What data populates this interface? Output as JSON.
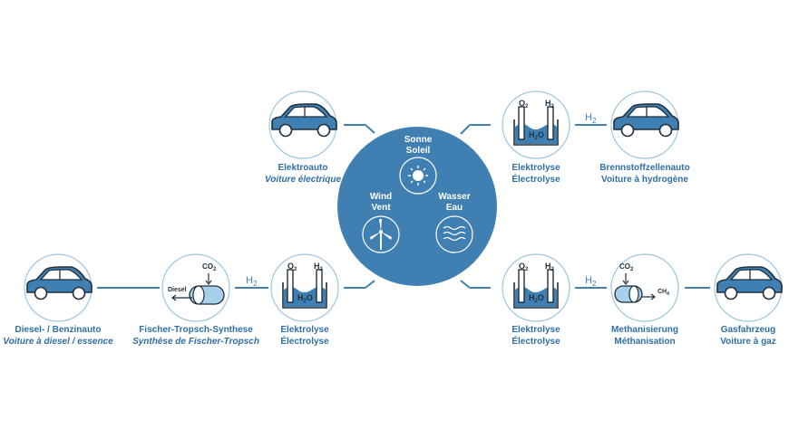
{
  "colors": {
    "accent": "#3f7fb1",
    "dark": "#1f2f3d",
    "circle_border": "#9cc6df",
    "label": "#2f6fa6",
    "water": "#3f7fb1"
  },
  "hub": {
    "sun": {
      "de": "Sonne",
      "fr": "Soleil",
      "icon": "sun-icon"
    },
    "wind": {
      "de": "Wind",
      "fr": "Vent",
      "icon": "wind-turbine-icon"
    },
    "water": {
      "de": "Wasser",
      "fr": "Eau",
      "icon": "waves-icon"
    }
  },
  "chemistry": {
    "o": "O",
    "h": "H",
    "c": "CO",
    "two": "2",
    "four": "4",
    "h2o_h": "H",
    "h2o_o": "O",
    "ch": "CH"
  },
  "nodes": {
    "elektroauto": {
      "de": "Elektroauto",
      "fr": "Voiture électrique",
      "icon": "car-icon"
    },
    "elektro_tr": {
      "de": "Elektrolyse",
      "fr": "Électrolyse",
      "icon": "electrolysis-icon"
    },
    "brennstoff": {
      "de": "Brennstoffzellenauto",
      "fr": "Voiture à hydrogène",
      "icon": "car-icon"
    },
    "diesel_auto": {
      "de": "Diesel- / Benzinauto",
      "fr": "Voiture à diesel / essence",
      "icon": "car-icon"
    },
    "fischer": {
      "de": "Fischer-Tropsch-Synthese",
      "fr": "Synthèse de Fischer-Tropsch",
      "icon": "reactor-icon",
      "output": "Diesel"
    },
    "elektro_bl": {
      "de": "Elektrolyse",
      "fr": "Électrolyse",
      "icon": "electrolysis-icon"
    },
    "elektro_br": {
      "de": "Elektrolyse",
      "fr": "Électrolyse",
      "icon": "electrolysis-icon"
    },
    "methan": {
      "de": "Methanisierung",
      "fr": "Méthanisation",
      "icon": "reactor-icon"
    },
    "gas": {
      "de": "Gasfahrzeug",
      "fr": "Voiture à gaz",
      "icon": "car-icon"
    }
  },
  "h2_label": "H"
}
